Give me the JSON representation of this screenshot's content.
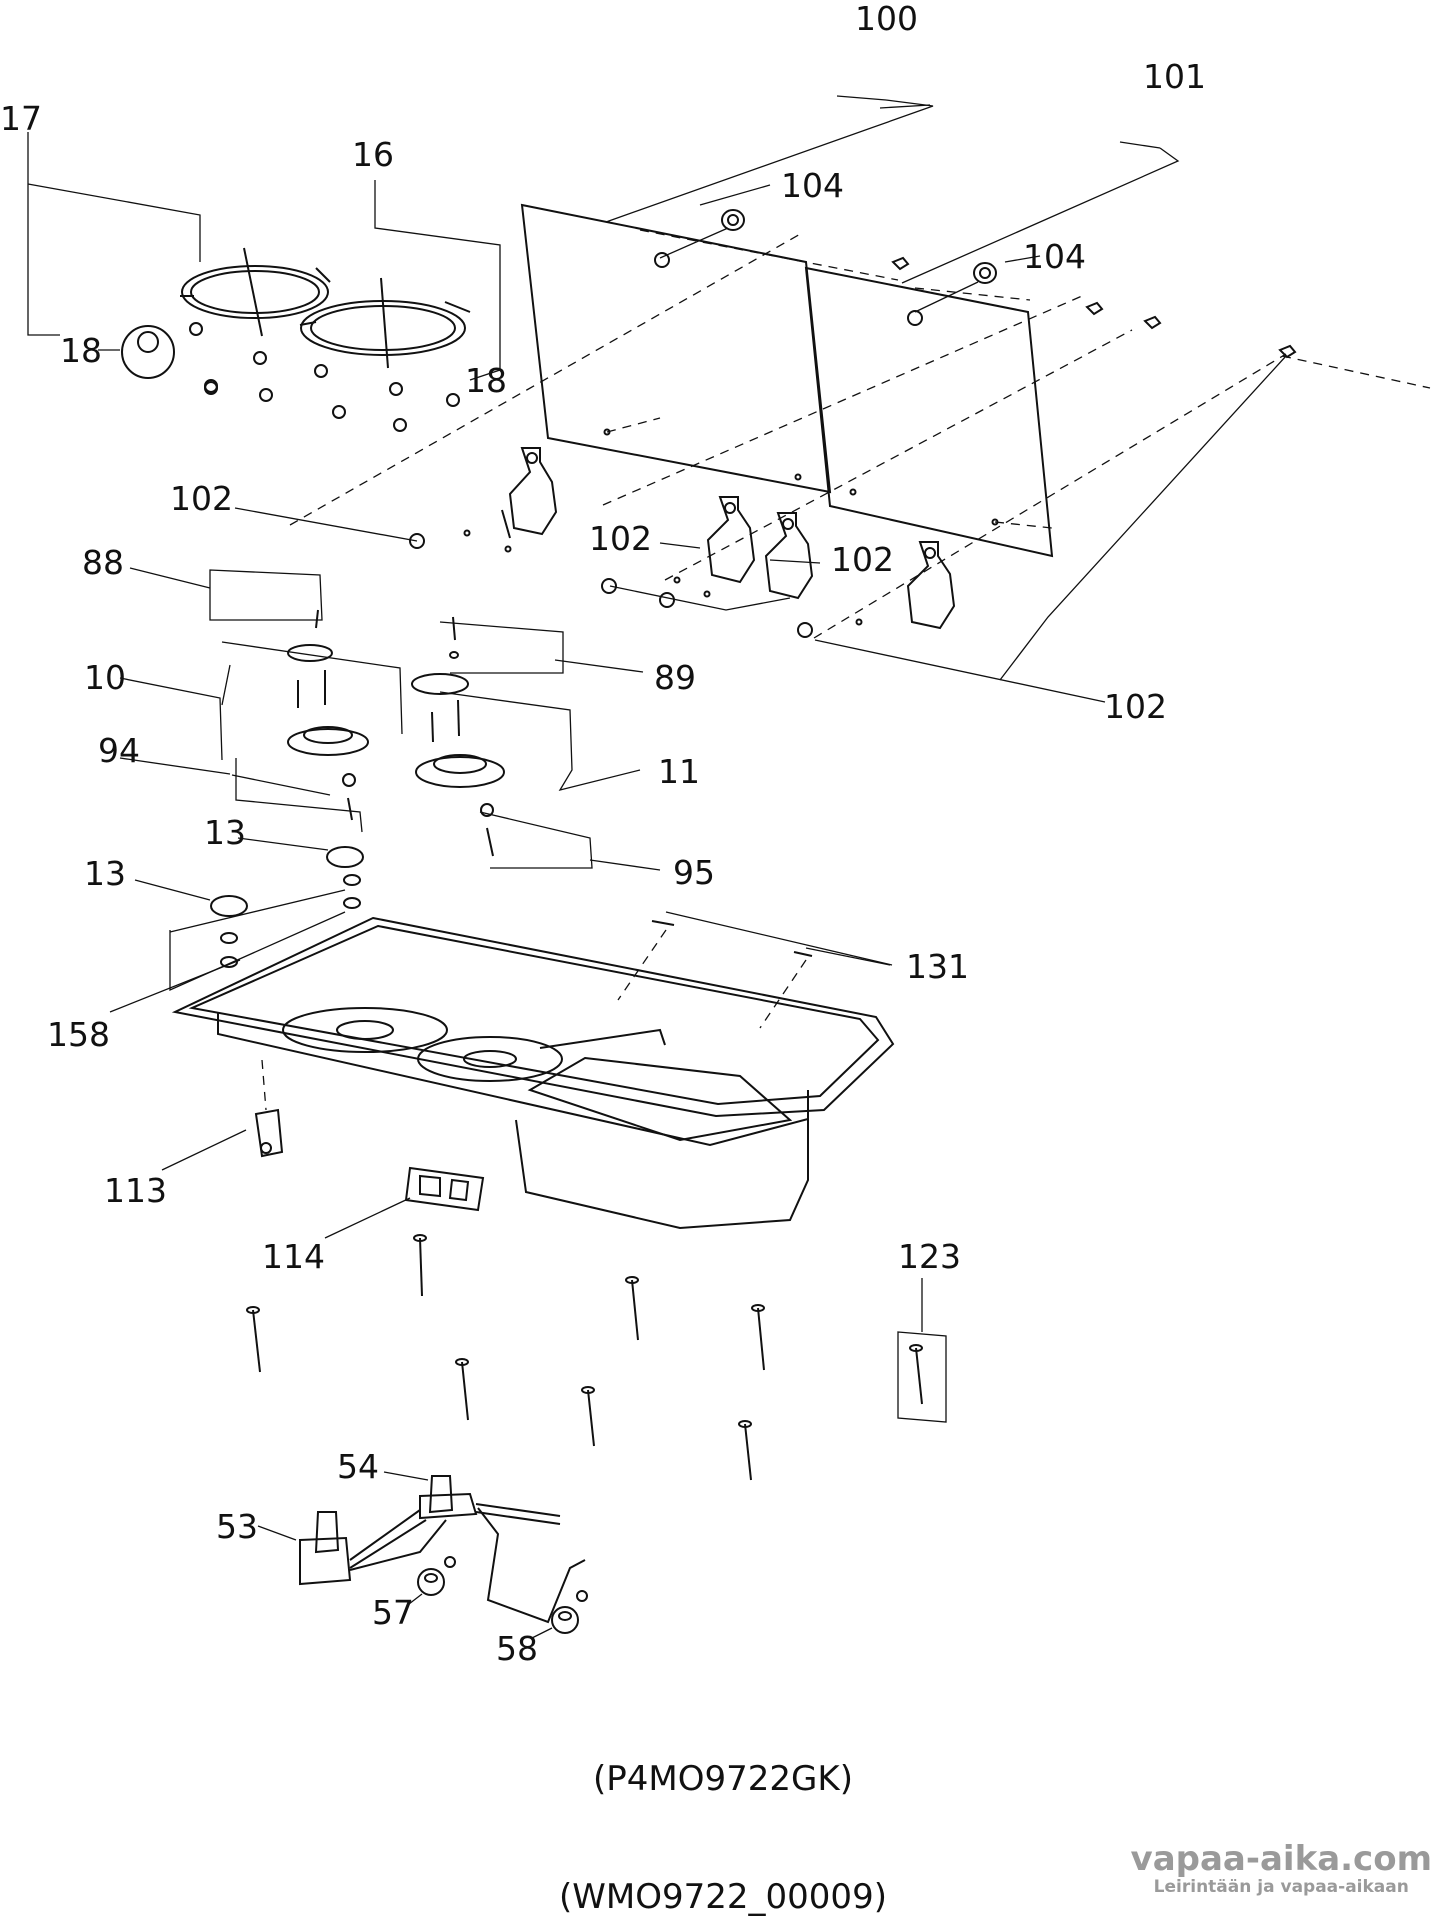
{
  "callouts": [
    {
      "id": "c100a",
      "text": "100"
    },
    {
      "id": "c101",
      "text": "101"
    },
    {
      "id": "c104a",
      "text": "104"
    },
    {
      "id": "c104b",
      "text": "104"
    },
    {
      "id": "c17",
      "text": "17"
    },
    {
      "id": "c16",
      "text": "16"
    },
    {
      "id": "c18a",
      "text": "18"
    },
    {
      "id": "c18b",
      "text": "18"
    },
    {
      "id": "c102a",
      "text": "102"
    },
    {
      "id": "c102b",
      "text": "102"
    },
    {
      "id": "c102c",
      "text": "102"
    },
    {
      "id": "c102d",
      "text": "102"
    },
    {
      "id": "c88",
      "text": "88"
    },
    {
      "id": "c89",
      "text": "89"
    },
    {
      "id": "c10",
      "text": "10"
    },
    {
      "id": "c11",
      "text": "11"
    },
    {
      "id": "c94",
      "text": "94"
    },
    {
      "id": "c95",
      "text": "95"
    },
    {
      "id": "c13a",
      "text": "13"
    },
    {
      "id": "c13b",
      "text": "13"
    },
    {
      "id": "c131",
      "text": "131"
    },
    {
      "id": "c158",
      "text": "158"
    },
    {
      "id": "c113",
      "text": "113"
    },
    {
      "id": "c114",
      "text": "114"
    },
    {
      "id": "c123",
      "text": "123"
    },
    {
      "id": "c54",
      "text": "54"
    },
    {
      "id": "c53",
      "text": "53"
    },
    {
      "id": "c57",
      "text": "57"
    },
    {
      "id": "c58",
      "text": "58"
    }
  ],
  "model_code": "(P4MO9722GK)",
  "drawing_code": "(WMO9722_00009)",
  "watermark": {
    "site": "vapaa-aika.com",
    "tagline": "Leirintään ja vapaa-aikaan"
  }
}
